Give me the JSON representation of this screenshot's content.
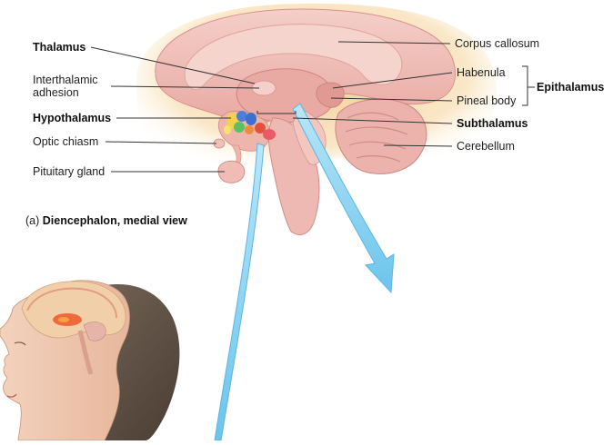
{
  "labels": {
    "thalamus": "Thalamus",
    "interthalamic_1": "Interthalamic",
    "interthalamic_2": "adhesion",
    "hypothalamus": "Hypothalamus",
    "optic_chiasm": "Optic chiasm",
    "pituitary": "Pituitary gland",
    "corpus_callosum": "Corpus callosum",
    "habenula": "Habenula",
    "pineal": "Pineal body",
    "epithalamus": "Epithalamus",
    "subthalamus": "Subthalamus",
    "cerebellum": "Cerebellum"
  },
  "caption": {
    "prefix": "(a) ",
    "bold1": "Diencephalon",
    "rest": ", medial view"
  },
  "colors": {
    "brain_pink": "#f2c0bb",
    "glow": "#f6d79a",
    "arrow": "#8fd3f0",
    "hypothalamus_nuclei": [
      "#f5d04a",
      "#4c7fd8",
      "#5cc060",
      "#e2523a",
      "#f08a3c"
    ]
  }
}
